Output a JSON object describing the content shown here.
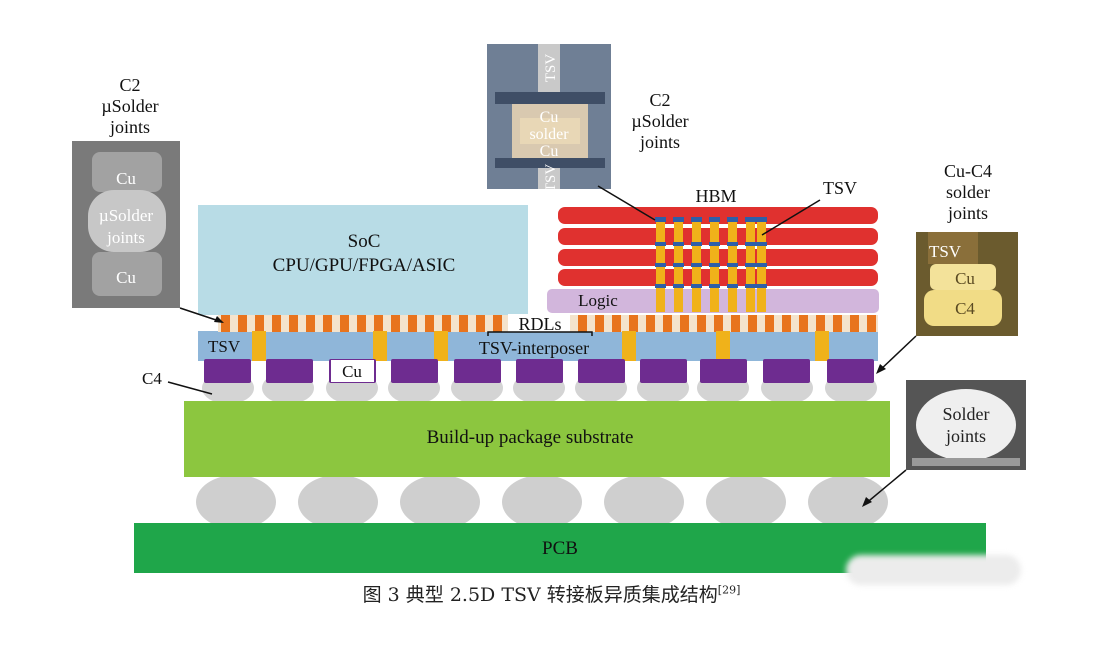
{
  "figure": {
    "caption": "图 3   典型 2.5D TSV 转接板异质集成结构",
    "caption_ref": "[29]"
  },
  "labels": {
    "soc_title": "SoC",
    "soc_subtitle": "CPU/GPU/FPGA/ASIC",
    "hbm": "HBM",
    "logic": "Logic",
    "rdls": "RDLs",
    "tsv_interposer": "TSV-interposer",
    "tsv_left": "TSV",
    "tsv_hbm": "TSV",
    "cu_pad": "Cu",
    "c4": "C4",
    "substrate": "Build-up package substrate",
    "pcb": "PCB"
  },
  "callouts": {
    "c2_left": {
      "line1": "C2",
      "line2": "µSolder",
      "line3": "joints"
    },
    "c2_top": {
      "line1": "C2",
      "line2": "µSolder",
      "line3": "joints"
    },
    "cu_c4": {
      "line1": "Cu-C4",
      "line2": "solder",
      "line3": "joints"
    }
  },
  "insets": {
    "left": {
      "cu_top": "Cu",
      "solder1": "µSolder",
      "solder2": "joints",
      "cu_bottom": "Cu"
    },
    "top": {
      "tsv_top": "TSV",
      "cu1": "Cu",
      "solder": "solder",
      "cu2": "Cu",
      "tsv_bottom": "TSV"
    },
    "right_c4": {
      "tsv": "TSV",
      "cu": "Cu",
      "c4": "C4"
    },
    "right_solder": {
      "line1": "Solder",
      "line2": "joints"
    }
  },
  "colors": {
    "soc": "#b8dce6",
    "hbm": "#e0312f",
    "logic": "#d2b6dc",
    "interposer": "#8fb6d9",
    "rdl_orange": "#e8741e",
    "tsv_yellow": "#f0b21a",
    "pad_purple": "#6e2c90",
    "bump_gray": "#cfcfcf",
    "substrate": "#8cc63f",
    "pcb": "#1fa64a"
  }
}
